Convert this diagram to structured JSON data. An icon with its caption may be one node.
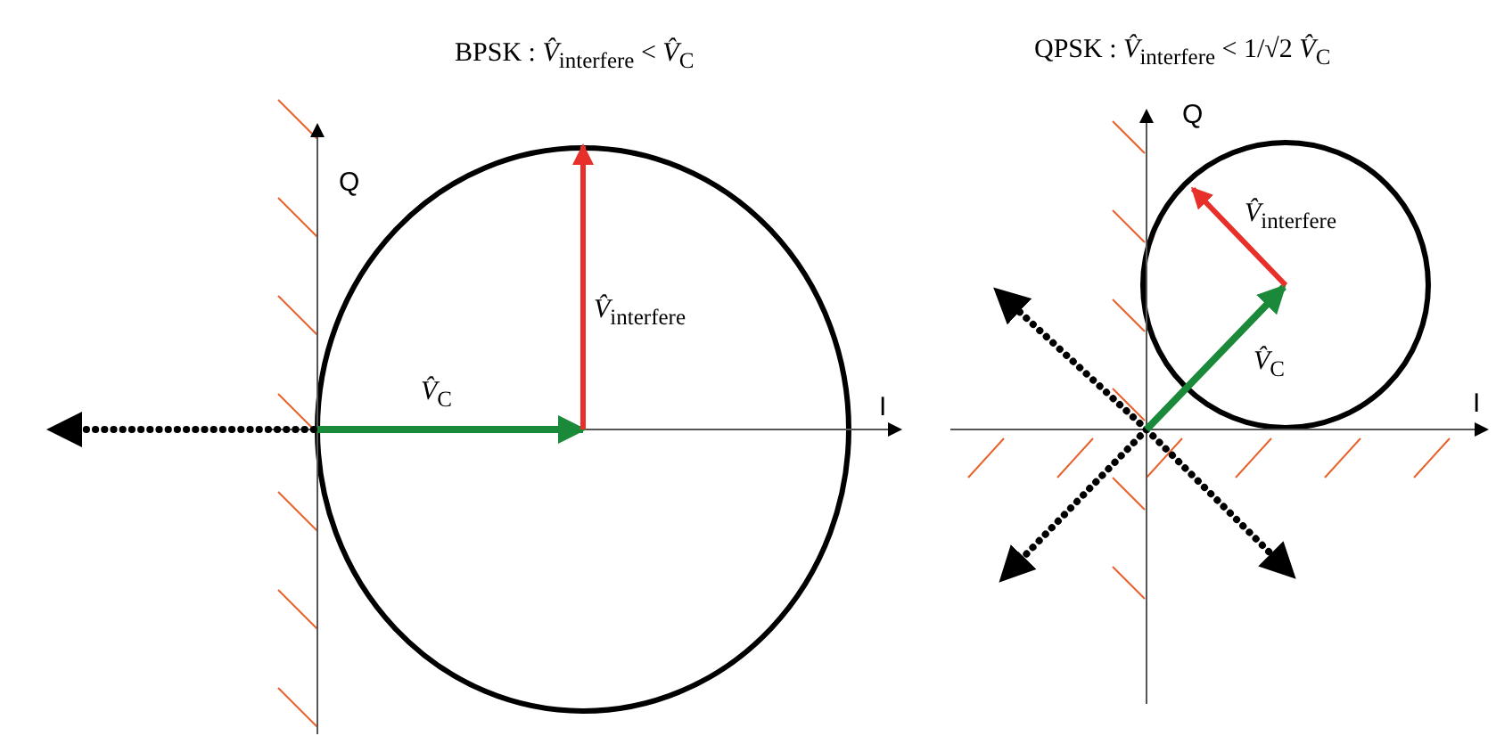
{
  "diagram": {
    "labels": [
      "BPSK : *V̂*$_{interfere}$ < *V̂*$_{C}$",
      "Q",
      "I",
      "*V̂*$_{interfere}$",
      "*V̂*$_{C}$",
      "QPSK : *V̂*$_{interfere}$ < 1/√2 *V̂*$_{C}$",
      "Q",
      "I",
      "*V̂*$_{interfere}$",
      "*V̂*$_{C}$"
    ]
  }
}
